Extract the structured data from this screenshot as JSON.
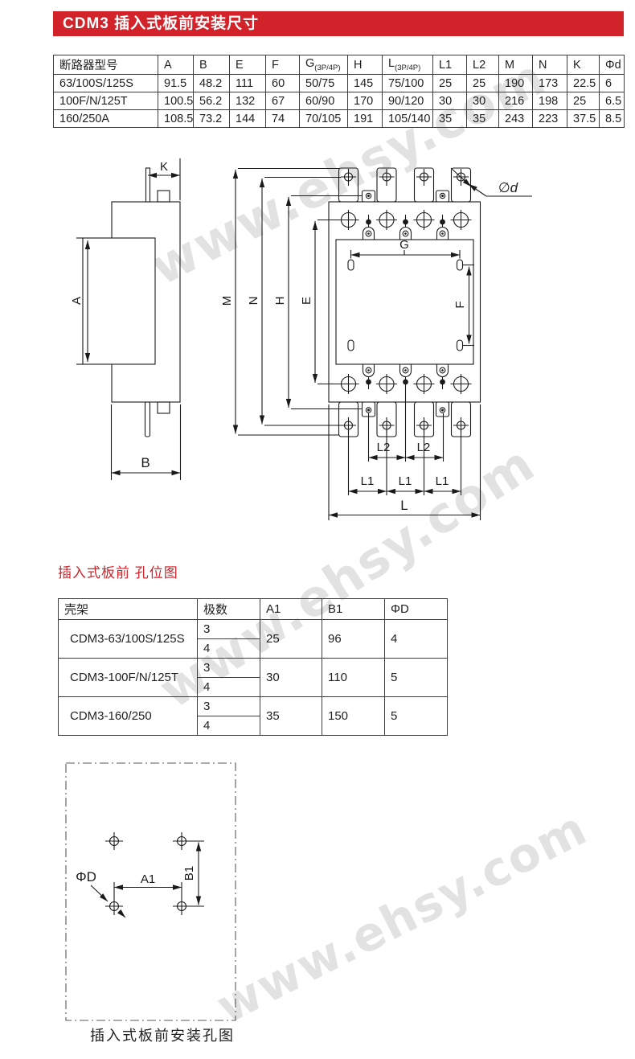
{
  "page": {
    "title": "CDM3 插入式板前安装尺寸",
    "section_title": "插入式板前 孔位图",
    "caption": "插入式板前安装孔图",
    "watermark_text": "www.ehsy.com",
    "colors": {
      "accent_red": "#d2232b",
      "line": "#1a1a1a"
    }
  },
  "dim_table": {
    "headers": [
      "断路器型号",
      "A",
      "B",
      "E",
      "F",
      "G",
      "H",
      "L",
      "L1",
      "L2",
      "M",
      "N",
      "K",
      "Φd"
    ],
    "g_sub": "(3P/4P)",
    "l_sub": "(3P/4P)",
    "rows": [
      [
        "63/100S/125S",
        "91.5",
        "48.2",
        "111",
        "60",
        "50/75",
        "145",
        "75/100",
        "25",
        "25",
        "190",
        "173",
        "22.5",
        "6"
      ],
      [
        "100F/N/125T",
        "100.5",
        "56.2",
        "132",
        "67",
        "60/90",
        "170",
        "90/120",
        "30",
        "30",
        "216",
        "198",
        "25",
        "6.5"
      ],
      [
        "160/250A",
        "108.5",
        "73.2",
        "144",
        "74",
        "70/105",
        "191",
        "105/140",
        "35",
        "35",
        "243",
        "223",
        "37.5",
        "8.5"
      ]
    ]
  },
  "hole_table": {
    "headers": [
      "壳架",
      "极数",
      "A1",
      "B1",
      "ΦD"
    ],
    "rows": [
      {
        "frame": "CDM3-63/100S/125S",
        "poles": [
          "3",
          "4"
        ],
        "a1": "25",
        "b1": "96",
        "d": "4"
      },
      {
        "frame": "CDM3-100F/N/125T",
        "poles": [
          "3",
          "4"
        ],
        "a1": "30",
        "b1": "110",
        "d": "5"
      },
      {
        "frame": "CDM3-160/250",
        "poles": [
          "3",
          "4"
        ],
        "a1": "35",
        "b1": "150",
        "d": "5"
      }
    ]
  },
  "labels": {
    "K": "K",
    "A": "A",
    "B": "B",
    "M": "M",
    "N": "N",
    "H": "H",
    "E": "E",
    "G": "G",
    "F": "F",
    "phi_d": "∅d",
    "L": "L",
    "L1": "L1",
    "L2": "L2",
    "A1": "A1",
    "B1": "B1",
    "phi_D": "ΦD"
  }
}
